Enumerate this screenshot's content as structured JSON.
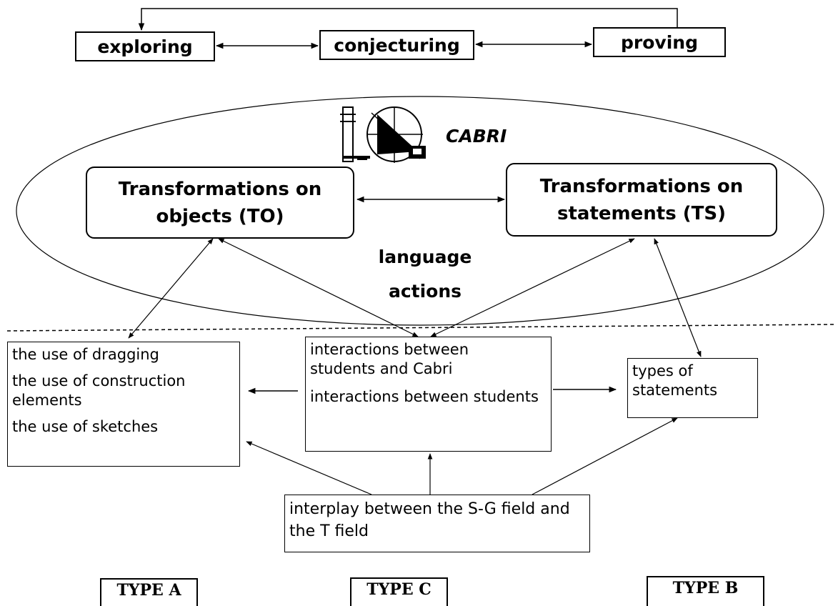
{
  "phases": {
    "exploring": "exploring",
    "conjecturing": "conjecturing",
    "proving": "proving"
  },
  "cabri_label": "CABRI",
  "logo_icon": "cabri-geometry-logo",
  "transformations": {
    "objects": [
      "Transformations on",
      "objects (TO)"
    ],
    "statements": [
      "Transformations on",
      "statements (TS)"
    ]
  },
  "center_label": [
    "language",
    "actions"
  ],
  "left_box": [
    "the use of dragging",
    "the use of construction elements",
    "the use of sketches"
  ],
  "middle_box": [
    "interactions between students and Cabri",
    "interactions between students"
  ],
  "right_box": "types of statements",
  "bottom_box": "interplay between the S-G field and the T field",
  "types": {
    "a": "TYPE A",
    "c": "TYPE C",
    "b": "TYPE B"
  }
}
